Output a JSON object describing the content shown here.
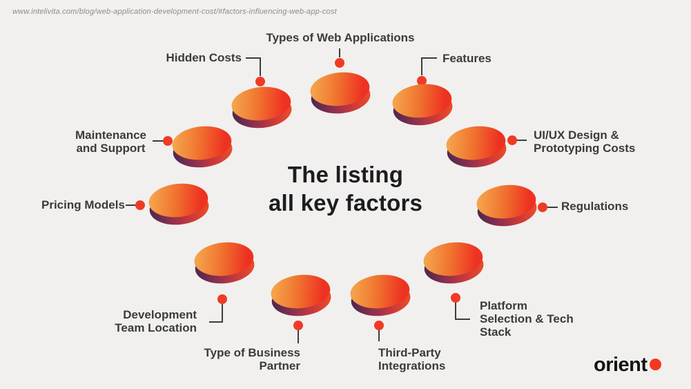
{
  "page": {
    "url_caption": "www.intelivita.com/blog/web-application-development-cost/#factors-influencing-web-app-cost",
    "title": "The listing\nall key factors"
  },
  "brand": {
    "logo_text": "orient"
  },
  "colors": {
    "background": "#F1F0EE",
    "title_text": "#1D1D1F",
    "label_text": "#3B3B3B",
    "connector_line": "#3C3C3C",
    "connector_dot": "#EF3B25",
    "disc_face_gradient": [
      "#F4A34B",
      "#F0742F",
      "#EE3222"
    ],
    "disc_rim_gradient": [
      "#55294F",
      "#93304F",
      "#CC3A38",
      "#EA4A2B"
    ],
    "logo_dot": "#F2391F"
  },
  "factors": [
    {
      "id": "hidden-costs",
      "label": "Hidden Costs"
    },
    {
      "id": "types-of-web-applications",
      "label": "Types of Web Applications"
    },
    {
      "id": "features",
      "label": "Features"
    },
    {
      "id": "maintenance-and-support",
      "label": "Maintenance\nand Support"
    },
    {
      "id": "pricing-models",
      "label": "Pricing Models"
    },
    {
      "id": "ui-ux-design-prototyping-costs",
      "label": "UI/UX Design &\nPrototyping Costs"
    },
    {
      "id": "regulations",
      "label": "Regulations"
    },
    {
      "id": "development-team-location",
      "label": "Development\nTeam Location"
    },
    {
      "id": "type-of-business-partner",
      "label": "Type of Business\nPartner"
    },
    {
      "id": "third-party-integrations",
      "label": "Third-Party\nIntegrations"
    },
    {
      "id": "platform-selection-tech-stack",
      "label": "Platform\nSelection & Tech\nStack"
    }
  ]
}
